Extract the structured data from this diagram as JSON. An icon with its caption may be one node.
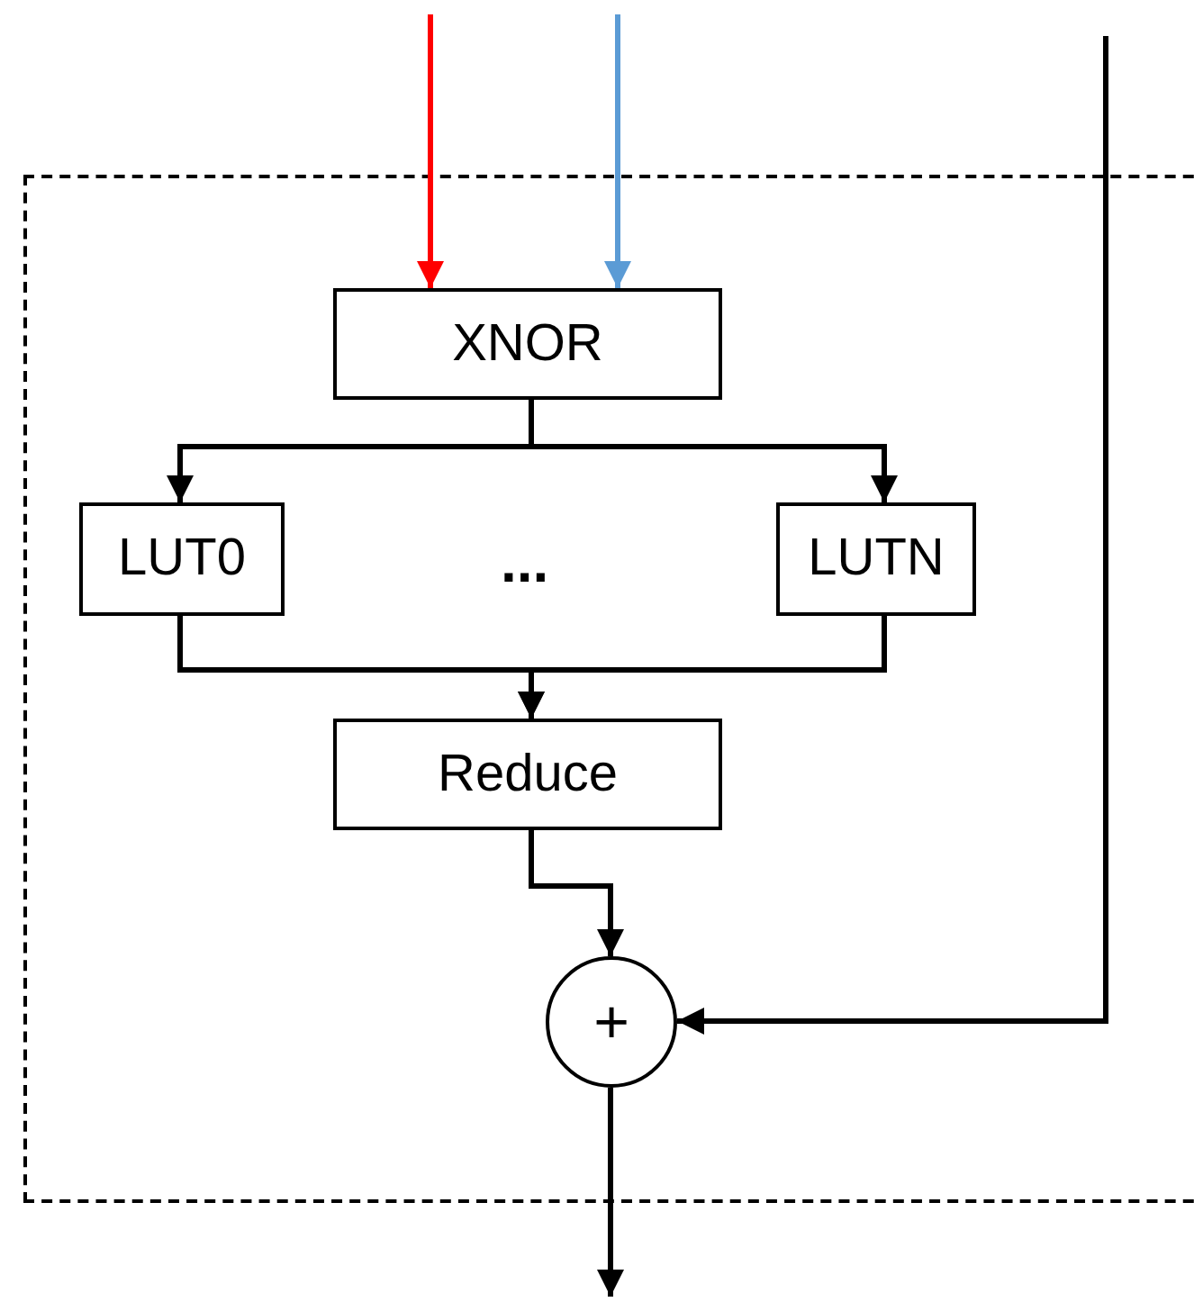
{
  "diagram": {
    "nodes": [
      {
        "text": [],
        "shape": "box"
      },
      {
        "text": [
          "XNOR"
        ],
        "in": 0
      },
      {
        "text": [
          "LUT0"
        ],
        "in": 0
      },
      {
        "text": [
          "LUTN"
        ],
        "in": 0
      },
      {
        "text": [
          "Reduce"
        ],
        "in": 0
      },
      {
        "text": [
          "+"
        ],
        "in": 0
      }
    ],
    "edges": [
      {
        "from": null,
        "to": 1,
        "arrow": "to",
        "color": "#ff0000"
      },
      {
        "from": null,
        "to": 1,
        "arrow": "to",
        "color": "#5b9bd5"
      },
      {
        "from": 1,
        "to": 2,
        "arrow": "to"
      },
      {
        "from": 1,
        "to": 3,
        "arrow": "to"
      },
      {
        "from": 2,
        "to": 4,
        "arrow": "to"
      },
      {
        "from": 3,
        "to": 4,
        "arrow": "to"
      },
      {
        "from": 4,
        "to": 5,
        "arrow": "to"
      },
      {
        "from": null,
        "to": 5,
        "arrow": "to"
      },
      {
        "from": 5,
        "to": null,
        "arrow": "to"
      }
    ],
    "labels": [
      "..."
    ]
  }
}
